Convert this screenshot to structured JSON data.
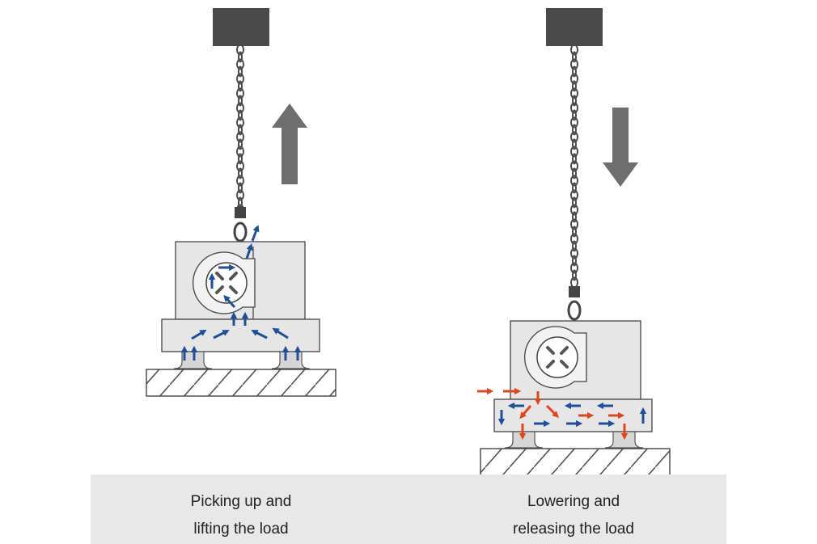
{
  "captions": {
    "left": {
      "line1": "Picking up and",
      "line2": "lifting the load"
    },
    "right": {
      "line1": "Lowering and",
      "line2": "releasing the load"
    }
  },
  "colors": {
    "air_flow_arrows": "#1f4e9a",
    "release_flow_arrows": "#e0451b",
    "motion_arrows": "#6e6e6e",
    "crane_block": "#4a4a4a",
    "unit_fill": "#e6e6e6",
    "caption_background": "#e8e8e8"
  },
  "panels": [
    {
      "motion": "up",
      "motion_icon": "up-arrow-icon"
    },
    {
      "motion": "down",
      "motion_icon": "down-arrow-icon"
    }
  ]
}
